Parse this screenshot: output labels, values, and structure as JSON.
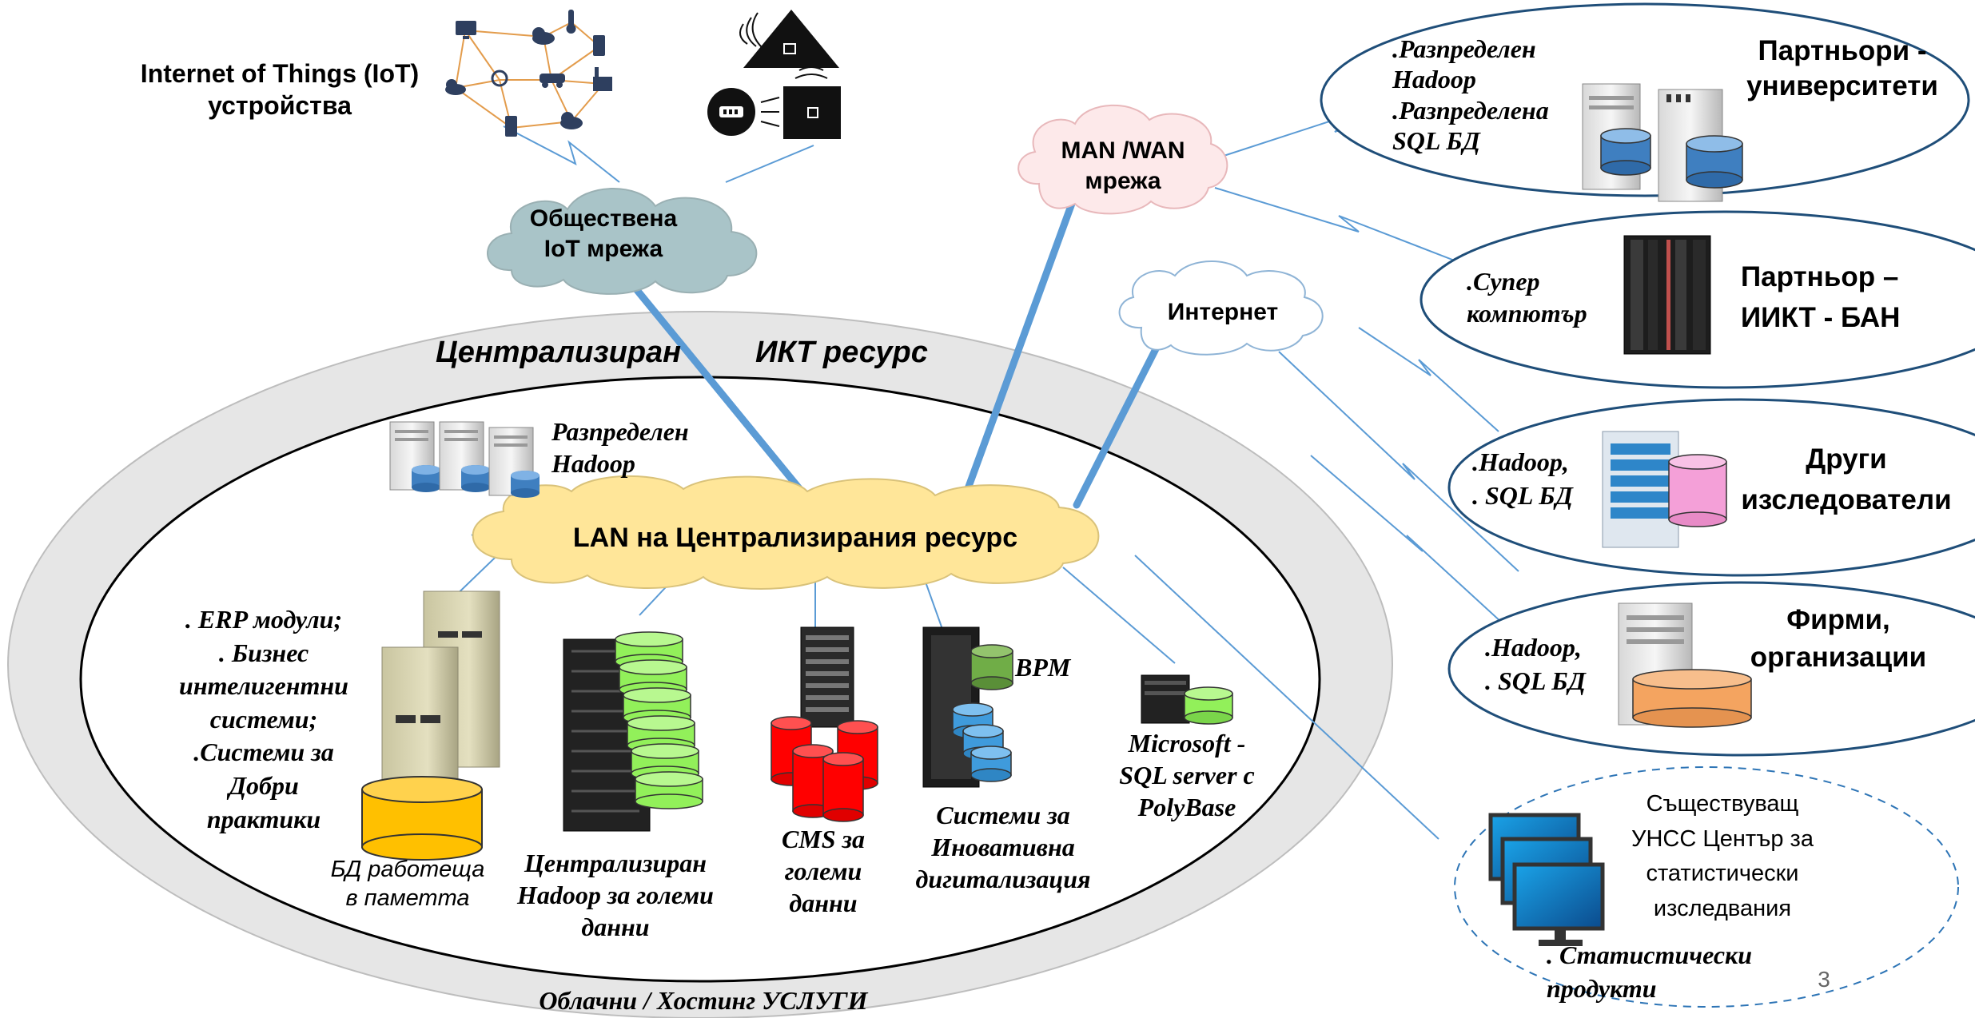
{
  "iot": {
    "devices_label": "Internet of Things (IoT) устройства",
    "public_network": "Обществена IoT мрежа"
  },
  "central": {
    "title_left": "Централизиран",
    "title_right": "ИКТ ресурс",
    "footer": "Облачни / Хостинг УСЛУГИ",
    "lan": "LAN на Централизирания ресурс",
    "distributed_hadoop": "Разпределен Hadoop",
    "erp_lines": [
      ". ERP модули;",
      ". Бизнес",
      "интелигентни",
      "системи;",
      ".Системи за",
      "Добри",
      "практики"
    ],
    "inmemory_db": "БД работеща в паметта",
    "central_hadoop": "Централизиран Hadoop за големи данни",
    "cms": "CMS за големи данни",
    "bpm": "BPM",
    "innovative": "Системи за Иновативна дигитализация",
    "sqlserver": "Microsoft - SQL server с PolyBase"
  },
  "networks": {
    "manwan": "MAN /WAN мрежа",
    "internet": "Интернет"
  },
  "partners": {
    "universities": {
      "title": "Партньори - университети",
      "items": [
        ".Разпределен",
        "Hadoop",
        ".Разпределена",
        "SQL БД"
      ]
    },
    "iict": {
      "title": "Партньор – ИИКТ - БАН",
      "items": [
        ".Супер",
        "компютър"
      ]
    },
    "researchers": {
      "title": "Други изследователи",
      "items": [
        ".Hadoop,",
        ". SQL БД"
      ]
    },
    "companies": {
      "title": "Фирми, организации",
      "items": [
        ".Hadoop,",
        ". SQL БД"
      ]
    },
    "statistics": {
      "title": "Съществуващ УНСС Център за статистически изследвания",
      "product": ". Статистически продукти"
    }
  },
  "slide_number": "3",
  "colors": {
    "ring_fill": "#e6e6e6",
    "lan_cloud": "#ffe699",
    "iot_cloud": "#a9c4c8",
    "manwan_cloud": "#fde9ea",
    "link_blue": "#5b9bd5",
    "db_yellow": "#ffc000",
    "db_green": "#92f05a",
    "db_red": "#ff0000",
    "db_blue": "#3f9bdc",
    "db_pink": "#f4a0d8",
    "db_orange": "#f4a460",
    "db_olive": "#70ad47"
  }
}
